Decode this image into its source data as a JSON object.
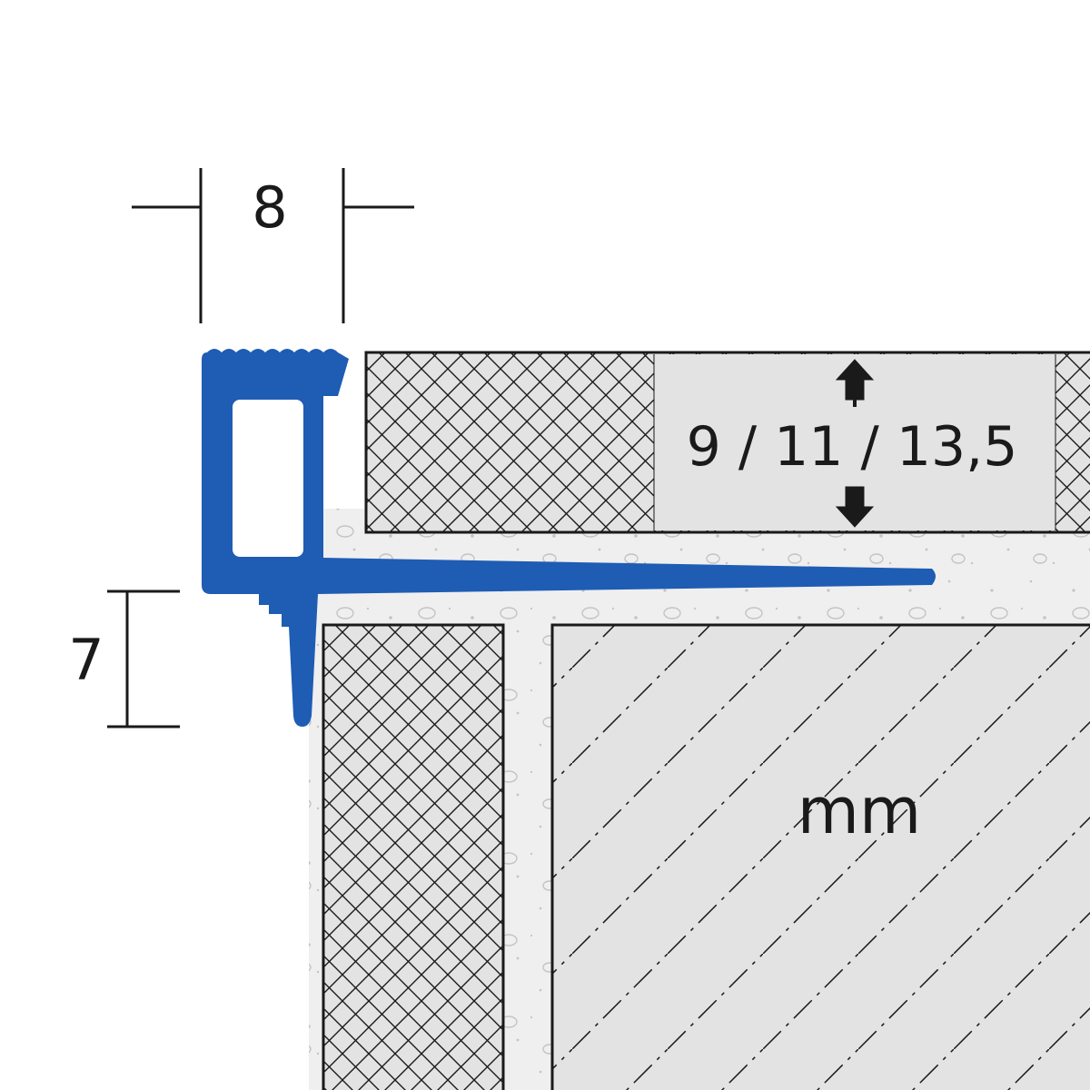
{
  "dimensions": {
    "profile_width": "8",
    "leg_height": "7",
    "tile_thickness": "9 / 11 / 13,5",
    "unit": "mm"
  },
  "colors": {
    "profile": "#1f5cb4",
    "tile_fill": "#e3e3e3",
    "outline": "#1a1a1a",
    "mortar_fill": "#efefef",
    "mortar_speckle": "#c4c4c4"
  }
}
